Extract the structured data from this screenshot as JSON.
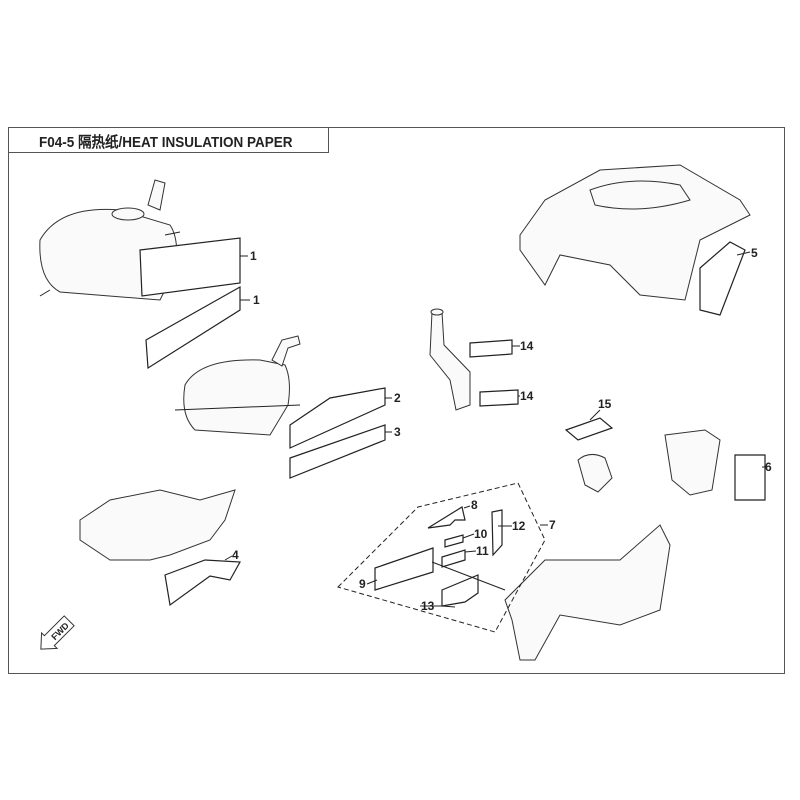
{
  "header": {
    "title": "F04-5 隔热纸/HEAT INSULATION PAPER"
  },
  "fwd_label": "FWD",
  "callouts": {
    "c1a": "1",
    "c1b": "1",
    "c2": "2",
    "c3": "3",
    "c4": "4",
    "c5": "5",
    "c6": "6",
    "c7": "7",
    "c8": "8",
    "c9": "9",
    "c10": "10",
    "c11": "11",
    "c12": "12",
    "c13": "13",
    "c14a": "14",
    "c14b": "14",
    "c15": "15"
  }
}
